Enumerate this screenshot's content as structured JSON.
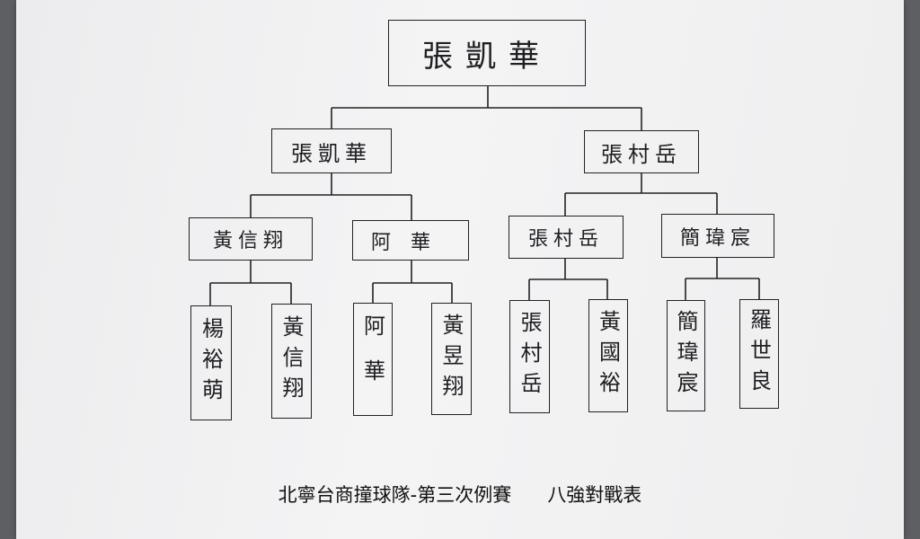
{
  "bracket": {
    "final_winner": "張凱華",
    "semifinal": [
      "張凱華",
      "張村岳"
    ],
    "quarterfinal": [
      "黃信翔",
      "阿華",
      "張村岳",
      "簡瑋宸"
    ],
    "first_round": [
      "楊裕萌",
      "黃信翔",
      "阿華",
      "黃昱翔",
      "張村岳",
      "黃國裕",
      "簡瑋宸",
      "羅世良"
    ]
  },
  "caption": {
    "title": "北寧台商撞球隊-第三次例賽",
    "subtitle": "八強對戰表"
  },
  "colors": {
    "background": "#5e5f63",
    "paper": "#f2f2f3",
    "ink": "#222222"
  }
}
